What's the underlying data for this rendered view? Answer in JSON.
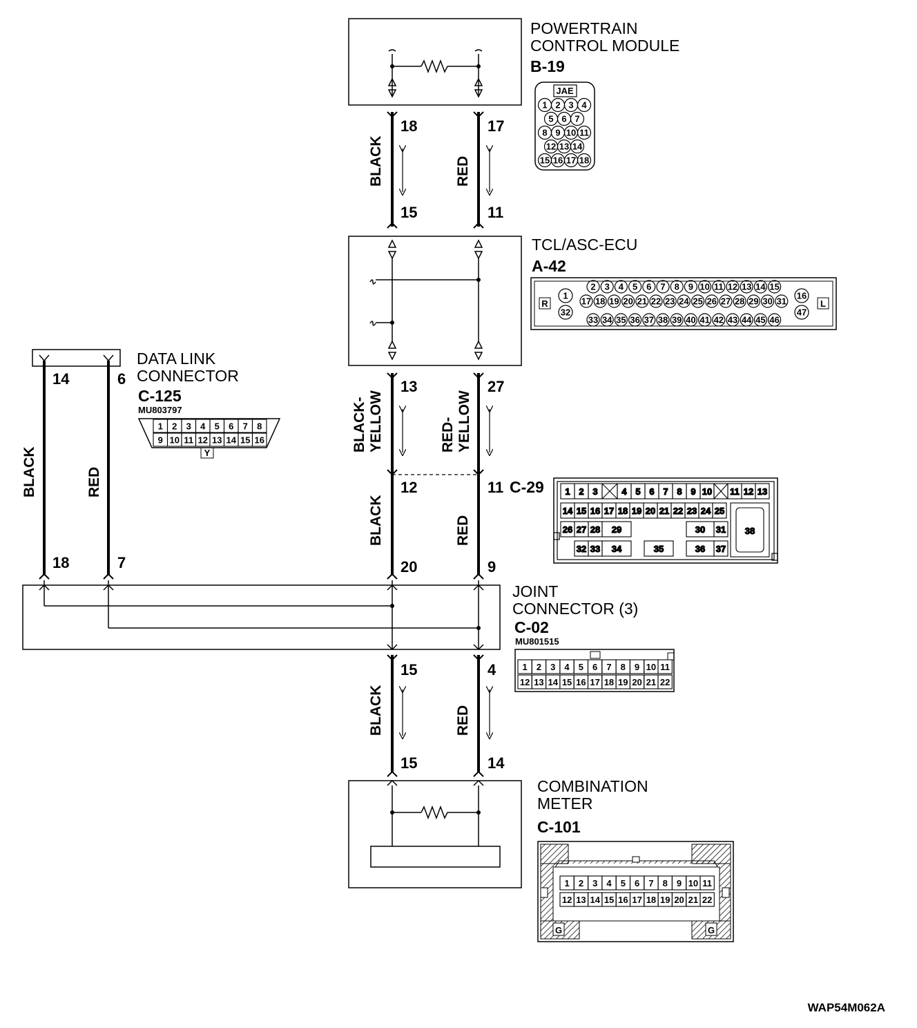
{
  "components": {
    "pcm": {
      "name_line1": "POWERTRAIN",
      "name_line2": "CONTROL MODULE",
      "code": "B-19",
      "connector_brand": "JAE",
      "connector_rows": [
        [
          "1",
          "2",
          "3",
          "4"
        ],
        [
          "5",
          "6",
          "7"
        ],
        [
          "8",
          "9",
          "10",
          "11"
        ],
        [
          "12",
          "13",
          "14"
        ],
        [
          "15",
          "16",
          "17",
          "18"
        ]
      ]
    },
    "tcl": {
      "name_line1": "TCL/ASC-ECU",
      "code": "A-42",
      "side_left": "R",
      "side_right": "L",
      "left_pins": [
        "1",
        "32"
      ],
      "right_pins": [
        "16",
        "47"
      ],
      "row1": [
        "2",
        "3",
        "4",
        "5",
        "6",
        "7",
        "8",
        "9",
        "10",
        "11",
        "12",
        "13",
        "14",
        "15"
      ],
      "row2": [
        "17",
        "18",
        "19",
        "20",
        "21",
        "22",
        "23",
        "24",
        "25",
        "26",
        "27",
        "28",
        "29",
        "30",
        "31"
      ],
      "row3": [
        "33",
        "34",
        "35",
        "36",
        "37",
        "38",
        "39",
        "40",
        "41",
        "42",
        "43",
        "44",
        "45",
        "46"
      ]
    },
    "dlc": {
      "name_line1": "DATA LINK",
      "name_line2": "CONNECTOR",
      "code": "C-125",
      "part_no": "MU803797",
      "key": "Y",
      "row1": [
        "1",
        "2",
        "3",
        "4",
        "5",
        "6",
        "7",
        "8"
      ],
      "row2": [
        "9",
        "10",
        "11",
        "12",
        "13",
        "14",
        "15",
        "16"
      ]
    },
    "c29": {
      "code": "C-29",
      "row1a": [
        "1",
        "2",
        "3"
      ],
      "row1b": [
        "4",
        "5",
        "6",
        "7",
        "8",
        "9",
        "10"
      ],
      "row1c": [
        "11",
        "12",
        "13"
      ],
      "row2": [
        "14",
        "15",
        "16",
        "17",
        "18",
        "19",
        "20",
        "21",
        "22",
        "23",
        "24",
        "25"
      ],
      "row3a": [
        "26",
        "27",
        "28",
        "29"
      ],
      "row3b": [
        "30",
        "31"
      ],
      "big": "38",
      "row4a": [
        "32",
        "33",
        "34"
      ],
      "row4b": "35",
      "row4c": [
        "36",
        "37"
      ]
    },
    "joint": {
      "name_line1": "JOINT",
      "name_line2": "CONNECTOR (3)",
      "code": "C-02",
      "part_no": "MU801515",
      "row1": [
        "1",
        "2",
        "3",
        "4",
        "5",
        "6",
        "7",
        "8",
        "9",
        "10",
        "11"
      ],
      "row2": [
        "12",
        "13",
        "14",
        "15",
        "16",
        "17",
        "18",
        "19",
        "20",
        "21",
        "22"
      ]
    },
    "meter": {
      "name_line1": "COMBINATION",
      "name_line2": "METER",
      "code": "C-101",
      "ground": "G",
      "row1": [
        "1",
        "2",
        "3",
        "4",
        "5",
        "6",
        "7",
        "8",
        "9",
        "10",
        "11"
      ],
      "row2": [
        "12",
        "13",
        "14",
        "15",
        "16",
        "17",
        "18",
        "19",
        "20",
        "21",
        "22"
      ]
    }
  },
  "wires": {
    "pcm_tcl_left": {
      "color": "BLACK",
      "pin_top": "18",
      "pin_bottom": "15"
    },
    "pcm_tcl_right": {
      "color": "RED",
      "pin_top": "17",
      "pin_bottom": "11"
    },
    "tcl_c29_left": {
      "color_line1": "BLACK-",
      "color_line2": "YELLOW",
      "pin_top": "13"
    },
    "tcl_c29_right": {
      "color_line1": "RED-",
      "color_line2": "YELLOW",
      "pin_top": "27"
    },
    "c29_joint_left": {
      "color": "BLACK",
      "pin_top": "12",
      "pin_bottom": "20"
    },
    "c29_joint_right": {
      "color": "RED",
      "pin_top": "11",
      "pin_bottom": "9"
    },
    "dlc_joint_left": {
      "color": "BLACK",
      "pin_top": "14",
      "pin_bottom": "18"
    },
    "dlc_joint_right": {
      "color": "RED",
      "pin_top": "6",
      "pin_bottom": "7"
    },
    "joint_meter_left": {
      "color": "BLACK",
      "pin_top": "15",
      "pin_bottom": "15"
    },
    "joint_meter_right": {
      "color": "RED",
      "pin_top": "4",
      "pin_bottom": "14"
    }
  },
  "figure_id": "WAP54M062A"
}
